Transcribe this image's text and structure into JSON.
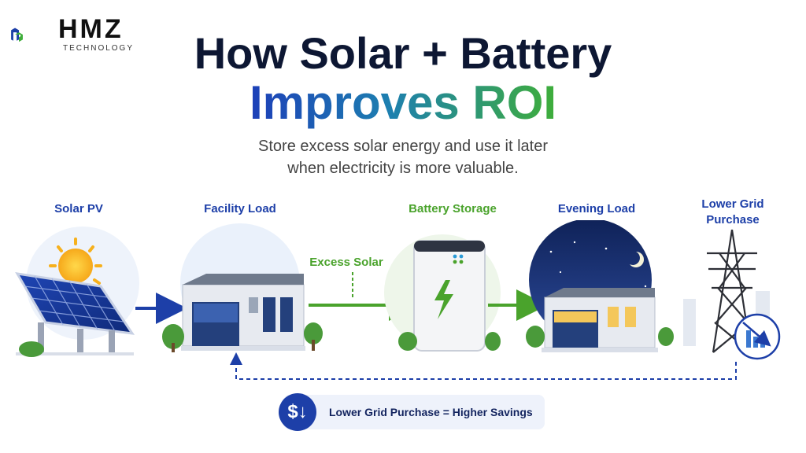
{
  "logo": {
    "name": "HMZ",
    "sub": "TECHNOLOGY"
  },
  "title": {
    "line1": "How Solar + Battery",
    "line2": "Improves ROI"
  },
  "subtitle": {
    "line1": "Store excess solar energy and use it later",
    "line2": "when electricity is more valuable."
  },
  "stages": {
    "solar": "Solar PV",
    "facility": "Facility Load",
    "excess": "Excess Solar",
    "battery": "Battery Storage",
    "evening": "Evening Load",
    "grid_line1": "Lower Grid",
    "grid_line2": "Purchase"
  },
  "callout": {
    "text": "Lower Grid Purchase = Higher Savings",
    "icon": "dollar-down-icon"
  },
  "colors": {
    "navy": "#1d3fa8",
    "green": "#4aa32c",
    "dark": "#0d1733"
  }
}
